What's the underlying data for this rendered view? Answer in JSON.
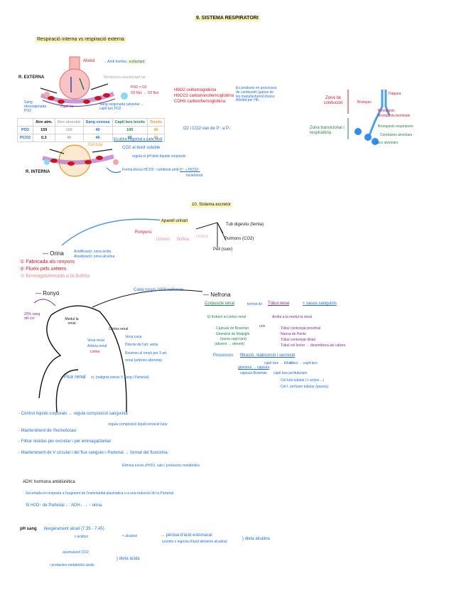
{
  "page": {
    "title": "9. SISTEMA RESPIRATORI",
    "section_respiration": {
      "subtitle": "Respiració interna vs respiració externa",
      "external_label": "R. EXTERNA",
      "internal_label": "R. INTERNA",
      "alveol_label": "Alvèol",
      "alveol_note": "→ Amb bomba",
      "alveol_note_hl": "surfactant",
      "membrane_note": "Membrana alveolocapil·lar",
      "capillary_label": "Capil·lar",
      "deoxy_blood": "Sang desoxigenada PO2",
      "oxy_blood": "Sang oxigenada (alveolar ... capil·lar) PO2",
      "pressure_note_1": "PO2 > O2",
      "pressure_note_2": "O2 flux → O2 flux",
      "cell_label": "Cèl·lula",
      "hb_lines": [
        "HbO2 oxihemoglobina",
        "HbCO2 carbaminohemoglobina",
        "COHb carboxihemoglobina"
      ],
      "hb_note": "Es produeix en processos de combustió (gasos de les manufactures) tòxica. Afinitat per Hb",
      "o2_co2_note": "O2 i CO2 van de P↑ a P↓",
      "gas_table": {
        "headers": [
          "",
          "Aire atm.",
          "Aire alveolar",
          "Sang venosa",
          "Capil·lars teixits",
          "Teixits"
        ],
        "rows": [
          [
            "PO2",
            "159",
            "100",
            "40",
            "100",
            "40"
          ],
          [
            "PCO2",
            "0,3",
            "40",
            "46",
            "40",
            "46"
          ]
        ],
        "footnote": "Es dóna magnitud a cada teixit"
      },
      "co2_notes": [
        "CO2 al teixit soluble",
        "regula el pH dels líquids corporals"
      ],
      "bicarbonate_note": "Forma tòxica HCO3⁻ combinat amb",
      "bicarbonate_hl": "H⁺ + HCO3⁻",
      "bicarbonate_sub": "bicarbonat"
    },
    "section_airways": {
      "conduction_zone": "Zona de conducció",
      "respiratory_zone": "Zona transicional i respiratòria",
      "labels_red": [
        "Tràquea",
        "Bronquis"
      ],
      "labels_red_right": [
        "Bronquiols",
        "Bronquiols terminals"
      ],
      "labels_green": [
        "Bronquiols respiratoris",
        "Conductes alveolars",
        "Sacs alveolars"
      ]
    },
    "section_excretory": {
      "title": "10. Sistema excretor",
      "urinary_system": "Aparell urinari",
      "digestive": "Tub digestiu (femta)",
      "lungs": "Pulmons (CO2)",
      "skin": "Pell (suor)",
      "organs": [
        "Ronyons",
        "Urèters",
        "Bufeta",
        "Uretra"
      ],
      "urine_title": "— Orina",
      "urine_notes": [
        "Acidificació: orina àcida",
        "Alcalització: orina alcalina"
      ],
      "urine_steps": [
        "① Fabricada als ronyons",
        "② Flueix pels urèters",
        "③ Emmagatzemada a la bufeta"
      ]
    },
    "section_kidney": {
      "title": "— Ronyó",
      "blood_note": "20% sang del cor",
      "medulla": "Medul·la renal",
      "cortex": "Còrtex renal",
      "vein": "Vena renal",
      "artery": "Artèria renal",
      "ureter": "Urèter",
      "vena_cava": "Vena cava",
      "aorta": "Directe de l'art. aorta",
      "flow_note_1": "Reveren al ronyó per 3 art.",
      "flow_note_2": "renal (artèries aferents)",
      "renal_flow": "Flux renal",
      "renal_flow_note": "ct. (malgrat canvis V sang i Parterial)",
      "nephron_count": "Cada ronyó 1000 nefrones"
    },
    "section_nephron": {
      "title": "— Nefrona",
      "corpuscle": "Corpuscle renal",
      "plus": "format de",
      "tubule": "Túbul renal",
      "vessels": "+ vasos sanguinis",
      "corpuscle_loc": "El trobem al còrtex renal",
      "tubule_loc": "Arriba a la medul·la renal",
      "corpuscle_parts": [
        "· Càpsula de Bowman",
        "· Glomèrul de Malpighi",
        "(xarxa capil·lars)",
        "(aferent → eferent)"
      ],
      "tubule_parts": [
        "· Túbul contorejat proximal",
        "· Nansa de Henle",
        "· Túbul contorejat distal",
        "· Túbul col·lector → desemboca als calzes"
      ],
      "tube_label": "urin",
      "process_label": "Processos:",
      "processes": "filtració, reabsorció i secreció",
      "process_sub_1": "glomèrul → càpsula",
      "process_sub_2": "capil·lars → túbul",
      "process_sub_3": "túbul → capil·lars",
      "capsule_label": "càpsula Bowman",
      "capillary_label": "capil·lars peritubulars",
      "bullets": [
        "· Cèl·lula tubular (+ activa ...)",
        "· Cèl·l. pèrfuse/ tubular (passiu)"
      ]
    },
    "section_functions": {
      "items": [
        "- Control líquids corporals → regula composició sanguínia",
        "- Manteniment de l'homeòstasi",
        "- Filtrar residus per excretar i per emmagatzemar",
        "- Manteniment de V circulat i del flux sanguini i Parterial → format del flux/orina."
      ],
      "sub_1": "regula composició líquid extracel·lular",
      "sub_2": "Elimina excés d'H2O, sals i productes metabòlics",
      "underline_1": "composició sanguínia"
    },
    "section_adh": {
      "title": "ADH: hormona antidiürètica",
      "line_1": "Secretada en resposta a l'augment de l'osmolaritat plasmàtica o a una reducció de la Parterial.",
      "line_2": "Si H2O↑ de Parterial ↓ : ADH↓ → ↑ orina."
    },
    "section_ph": {
      "label": "pH sang",
      "main": "lleugerament alcalí (7,35 - 7,45)",
      "acidosis": "> acidosi",
      "alkalosis": "< alcalosi",
      "alkalosis_cause": "pèrdua d'àcid estomacal",
      "alkalosis_cause_2": "(vòmits o ingesta d'àcid aliments alcalins)",
      "alkaline_diet": "dieta alcalina",
      "acid_cause_1": "acumulació CO2",
      "acid_cause_2": "i productes metabòlics àcids",
      "acid_diet": "dieta àcida"
    }
  }
}
